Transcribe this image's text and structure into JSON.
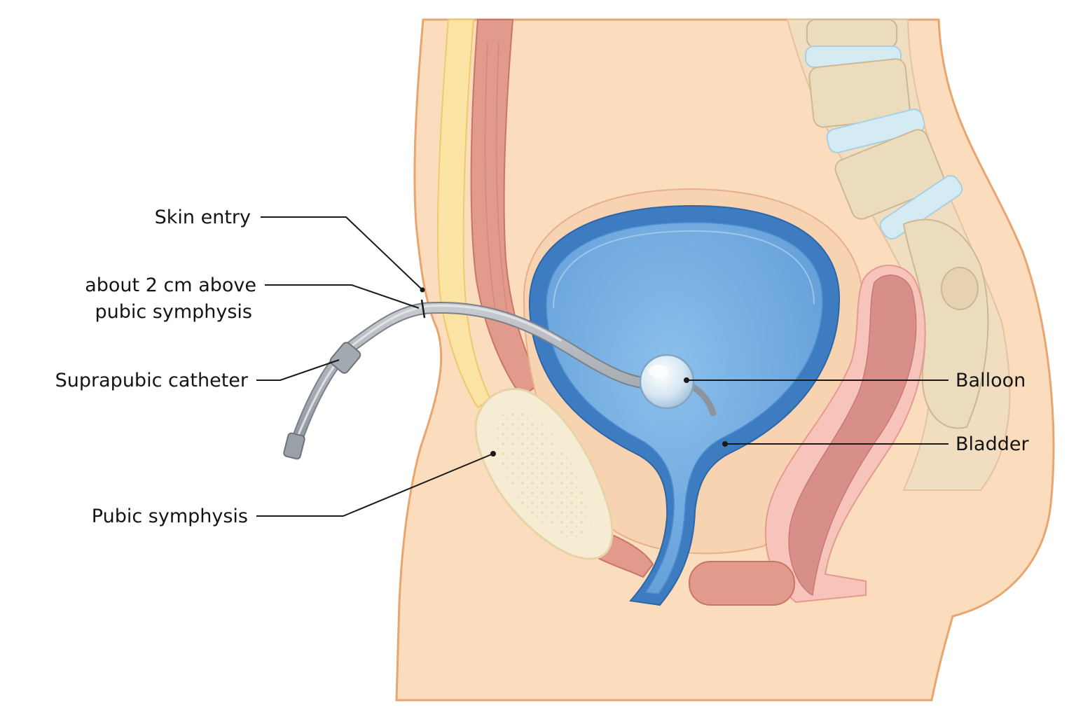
{
  "labels": {
    "skin_entry": "Skin entry",
    "entry_position_line1": "about 2 cm above",
    "entry_position_line2": "pubic symphysis",
    "catheter": "Suprapubic catheter",
    "pubic_symphysis": "Pubic symphysis",
    "balloon": "Balloon",
    "bladder": "Bladder"
  },
  "colors": {
    "skin": "#fbdcbc",
    "skin_outline": "#e9a56f",
    "fat": "#fbe3a3",
    "muscle": "#e29a8c",
    "bladder_wall": "#3d7cc1",
    "bladder_lumen": "#79b1e4",
    "bone": "#f6ecd4",
    "spine_disc": "#d4ebf3",
    "rectum": "#d98f89",
    "catheter": "#a9aeb4"
  }
}
